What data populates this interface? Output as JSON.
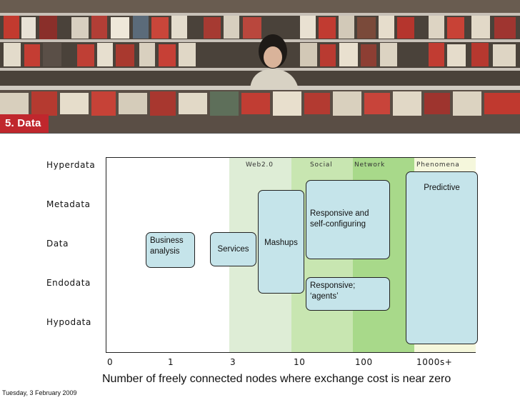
{
  "slide": {
    "section_tag": "5. Data",
    "footer_date": "Tuesday, 3 February 2009"
  },
  "colors": {
    "tag_red": "#c0272d",
    "node_fill": "#c5e4ea",
    "web2_zone": "#deedd6",
    "social_zone": "#c8e6b1",
    "network_zone": "#a8d98a",
    "phenomena_zone": "#f5f7dc"
  },
  "diagram": {
    "row_labels": [
      "Hyperdata",
      "Metadata",
      "Data",
      "Endodata",
      "Hypodata"
    ],
    "zones": [
      {
        "label": "Web2.0"
      },
      {
        "label": "Social"
      },
      {
        "label": "Network"
      },
      {
        "label": "Phenomena"
      }
    ],
    "nodes": {
      "business_analysis": "Business analysis",
      "services": "Services",
      "mashups": "Mashups",
      "responsive_self_configuring": "Responsive and self-configuring",
      "responsive_agents": "Responsive; ‘agents’",
      "predictive": "Predictive"
    },
    "x_ticks": [
      "0",
      "1",
      "3",
      "10",
      "100",
      "1000s+"
    ],
    "x_title": "Number of freely connected nodes where exchange cost is near zero"
  }
}
